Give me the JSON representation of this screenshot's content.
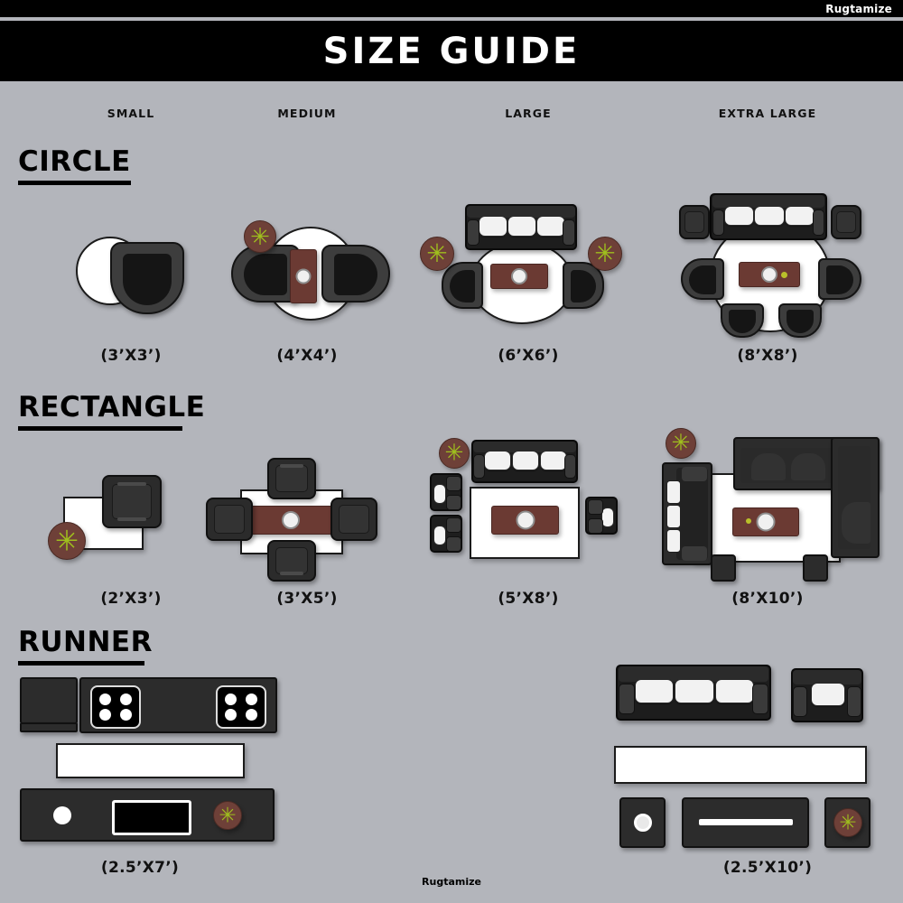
{
  "header": {
    "brand": "Rugtamize",
    "title": "SIZE GUIDE"
  },
  "columns": [
    {
      "label": "SMALL"
    },
    {
      "label": "MEDIUM"
    },
    {
      "label": "LARGE"
    },
    {
      "label": "EXTRA LARGE"
    }
  ],
  "sections": [
    {
      "name": "CIRCLE",
      "items": [
        {
          "size": "(3’X3’)",
          "column": "SMALL",
          "furniture": [
            "round-rug",
            "round-chair"
          ]
        },
        {
          "size": "(4’X4’)",
          "column": "MEDIUM",
          "furniture": [
            "round-rug",
            "armchair-left",
            "armchair-right",
            "coffee-table",
            "plant"
          ]
        },
        {
          "size": "(6’X6’)",
          "column": "LARGE",
          "furniture": [
            "round-rug",
            "sofa-3seat",
            "chair-left",
            "chair-right",
            "plant-left",
            "plant-right",
            "coffee-table"
          ]
        },
        {
          "size": "(8’X8’)",
          "column": "EXTRA LARGE",
          "furniture": [
            "round-rug",
            "sofa-3seat",
            "side-table-left",
            "side-table-right",
            "chair-left",
            "chair-right",
            "chair-bottom-left",
            "chair-bottom-right",
            "coffee-table"
          ]
        }
      ]
    },
    {
      "name": "RECTANGLE",
      "items": [
        {
          "size": "(2’X3’)",
          "column": "SMALL",
          "furniture": [
            "rect-rug",
            "square-chair",
            "plant"
          ]
        },
        {
          "size": "(3’X5’)",
          "column": "MEDIUM",
          "furniture": [
            "rect-rug",
            "dining-table",
            "chair-top",
            "chair-bottom",
            "chair-left",
            "chair-right"
          ]
        },
        {
          "size": "(5’X8’)",
          "column": "LARGE",
          "furniture": [
            "rect-rug",
            "sofa-3seat",
            "armchair-left-top",
            "armchair-left-bottom",
            "armchair-right",
            "coffee-table",
            "plant"
          ]
        },
        {
          "size": "(8’X10’)",
          "column": "EXTRA LARGE",
          "furniture": [
            "rect-rug",
            "sectional-sofa",
            "side-sofa",
            "coffee-table",
            "stool-left",
            "stool-right",
            "plant"
          ]
        }
      ]
    },
    {
      "name": "RUNNER",
      "items": [
        {
          "size": "(2.5’X7’)",
          "column": "SMALL",
          "furniture": [
            "runner-rug",
            "counter-top",
            "stove-left",
            "stove-right",
            "dishwasher",
            "counter-bottom",
            "sink",
            "oven-panel",
            "plant"
          ]
        },
        {
          "size": "(2.5’X10’)",
          "column": "EXTRA LARGE",
          "furniture": [
            "runner-rug",
            "sofa-3seat",
            "armchair",
            "side-table",
            "media-console",
            "plant-table"
          ]
        }
      ]
    }
  ],
  "footer": {
    "brand": "Rugtamize"
  },
  "colors": {
    "background": "#b3b5bb",
    "header_bar": "#000000",
    "title_text": "#ffffff",
    "rug_white": "#ffffff",
    "furniture_dark": "#1d1d1d",
    "table_brown": "#6b3a33",
    "plant_green": "#9fbe1e",
    "plant_pot": "#6e4038"
  }
}
